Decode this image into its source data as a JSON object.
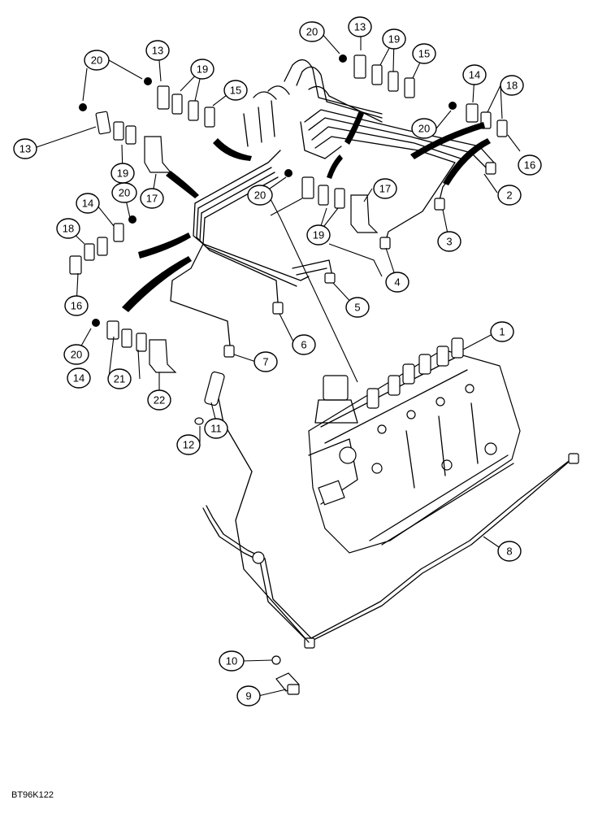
{
  "drawing_code": "BT96K122",
  "callouts": [
    "1",
    "2",
    "3",
    "4",
    "5",
    "6",
    "7",
    "8",
    "9",
    "10",
    "11",
    "12",
    "13",
    "13",
    "13",
    "14",
    "14",
    "14",
    "15",
    "15",
    "16",
    "16",
    "17",
    "17",
    "18",
    "18",
    "19",
    "19",
    "19",
    "19",
    "20",
    "20",
    "20",
    "20",
    "20",
    "20",
    "21",
    "22"
  ]
}
